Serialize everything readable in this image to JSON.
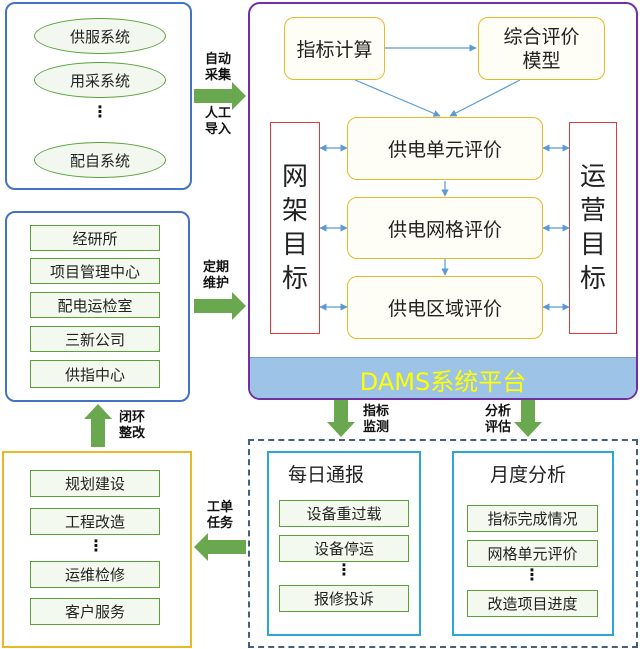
{
  "sources": {
    "items": [
      "供服系统",
      "用采系统",
      "配自系统"
    ],
    "ellipsis": "⋮"
  },
  "depts": {
    "items": [
      "经研所",
      "项目管理中心",
      "配电运检室",
      "三新公司",
      "供指中心"
    ]
  },
  "actions": {
    "items": [
      "规划建设",
      "工程改造",
      "运维检修",
      "客户服务"
    ],
    "ellipsis": "⋮"
  },
  "platform": {
    "top_left": "指标计算",
    "top_right": "综合评价\n模型",
    "levels": [
      "供电单元评价",
      "供电网格评价",
      "供电区域评价"
    ],
    "left_target": [
      "网",
      "架",
      "目",
      "标"
    ],
    "right_target": [
      "运",
      "营",
      "目",
      "标"
    ],
    "name": "DAMS系统平台"
  },
  "daily": {
    "title": "每日通报",
    "items": [
      "设备重过载",
      "设备停运",
      "报修投诉"
    ],
    "ellipsis": "⋮"
  },
  "monthly": {
    "title": "月度分析",
    "items": [
      "指标完成情况",
      "网格单元评价",
      "改造项目进度"
    ],
    "ellipsis": "⋮"
  },
  "arrows": {
    "auto_collect": [
      "自动",
      "采集"
    ],
    "manual_import": [
      "人工",
      "导入"
    ],
    "periodic": [
      "定期",
      "维护"
    ],
    "monitor": [
      "指标",
      "监测"
    ],
    "analysis": [
      "分析",
      "评估"
    ],
    "work_order": [
      "工单",
      "任务"
    ],
    "closed_loop": [
      "闭环",
      "整改"
    ]
  },
  "colors": {
    "blue_border": "#4472c4",
    "purple_border": "#7030a0",
    "cyan_border": "#2aa7d6",
    "gold_border": "#e7b928",
    "green_arrow": "#6aa84f",
    "platform_bar": "#9dc3e6",
    "platform_text": "#ffff00"
  }
}
